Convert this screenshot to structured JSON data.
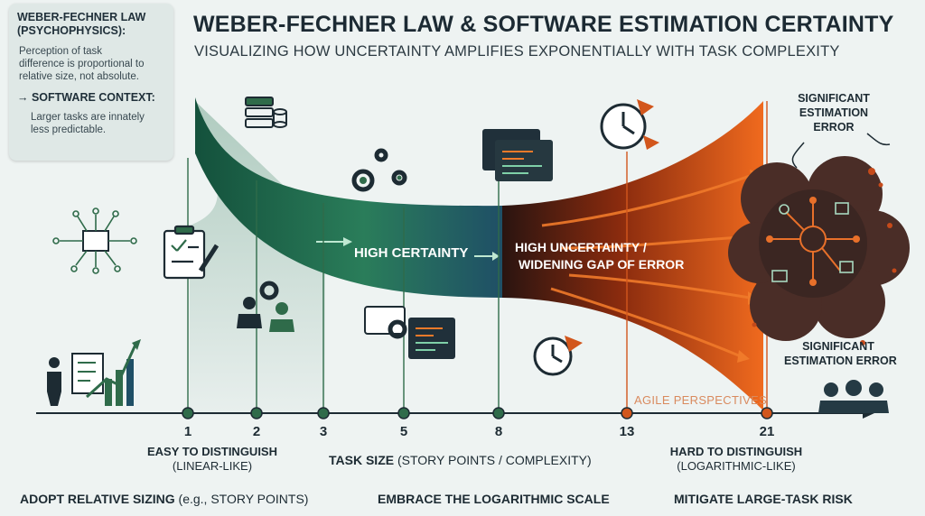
{
  "header": {
    "title": "WEBER-FECHNER LAW & SOFTWARE ESTIMATION CERTAINTY",
    "subtitle": "VISUALIZING HOW UNCERTAINTY AMPLIFIES EXPONENTIALLY WITH TASK COMPLEXITY"
  },
  "infobox": {
    "law_heading_1": "WEBER-FECHNER LAW",
    "law_heading_2": "(PSYCHOPHYSICS):",
    "law_text_1": "Perception of task",
    "law_text_2": "difference is proportional to",
    "law_text_3": "relative size, not absolute.",
    "context_heading": "→ SOFTWARE CONTEXT:",
    "context_text_1": "Larger tasks are innately",
    "context_text_2": "less predictable."
  },
  "funnel": {
    "certainty_label": "HIGH CERTAINTY",
    "uncertainty_label_1": "HIGH UNCERTAINTY /",
    "uncertainty_label_2": "WIDENING GAP OF ERROR",
    "error_top_1": "SIGNIFICANT",
    "error_top_2": "ESTIMATION",
    "error_top_3": "ERROR",
    "error_bottom_1": "SIGNIFICANT",
    "error_bottom_2": "ESTIMATION ERROR",
    "watermark": "AGILE PERSPECTIVES"
  },
  "axis": {
    "ticks": [
      "1",
      "2",
      "3",
      "5",
      "8",
      "13",
      "21"
    ],
    "left_caption_1": "EASY TO DISTINGUISH",
    "left_caption_2": "(LINEAR-LIKE)",
    "center_caption_bold": "TASK SIZE",
    "center_caption_rest": " (STORY POINTS / COMPLEXITY)",
    "right_caption_1": "HARD TO DISTINGUISH",
    "right_caption_2": "(LOGARITHMIC-LIKE)"
  },
  "footer": {
    "tip_1_bold": "ADOPT RELATIVE SIZING",
    "tip_1_rest": " (e.g., STORY POINTS)",
    "tip_2": "EMBRACE THE LOGARITHMIC SCALE",
    "tip_3": "MITIGATE LARGE-TASK RISK"
  },
  "colors": {
    "certainty_green": "#1f6b4e",
    "transition_teal": "#1f4f66",
    "uncertainty_orange": "#e8601c",
    "node_green": "#2f6b4a",
    "node_orange": "#d2561c"
  },
  "icons": [
    "circuit-board-icon",
    "checklist-clipboard-icon",
    "database-icon",
    "gears-icon",
    "people-collaboration-icon",
    "code-window-icon",
    "clock-icon",
    "growth-chart-icon",
    "team-icon",
    "error-cloud-icon"
  ]
}
